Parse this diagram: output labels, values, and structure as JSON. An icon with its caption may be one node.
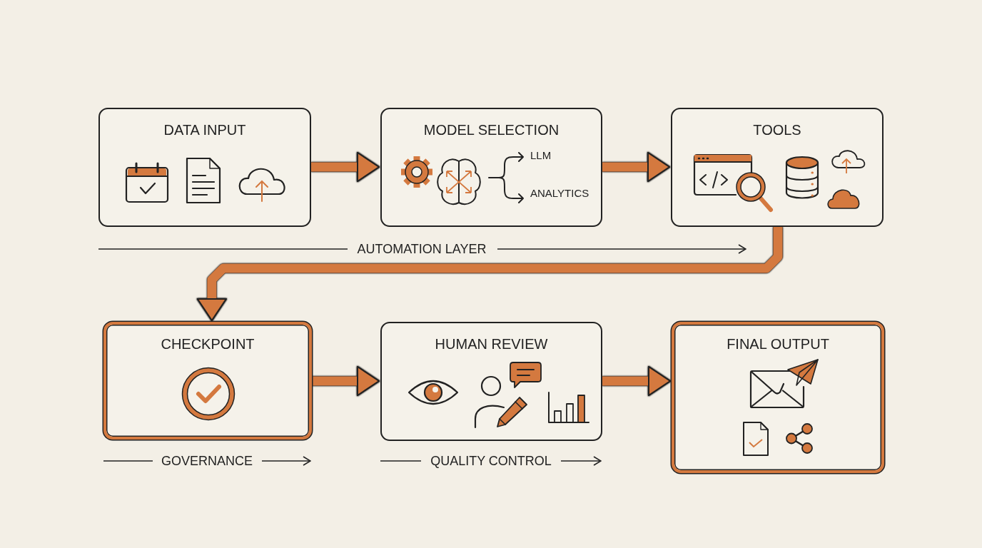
{
  "diagram": {
    "nodes": [
      {
        "text": [
          "DATA INPUT"
        ]
      },
      {
        "text": [
          "MODEL SELECTION",
          "LLM",
          "ANALYTICS"
        ]
      },
      {
        "text": [
          "TOOLS"
        ]
      },
      {
        "text": [
          "CHECKPOINT"
        ]
      },
      {
        "text": [
          "HUMAN REVIEW"
        ]
      },
      {
        "text": [
          "FINAL OUTPUT"
        ]
      }
    ],
    "edges": [
      {
        "from": 0,
        "to": 1,
        "arrow": "to"
      },
      {
        "from": 1,
        "to": 2,
        "arrow": "to"
      },
      {
        "from": 2,
        "to": 3,
        "arrow": "to"
      },
      {
        "from": 3,
        "to": 4,
        "arrow": "to"
      },
      {
        "from": 4,
        "to": 5,
        "arrow": "to"
      }
    ],
    "labels": [
      "AUTOMATION LAYER",
      "GOVERNANCE",
      "QUALITY CONTROL"
    ]
  }
}
